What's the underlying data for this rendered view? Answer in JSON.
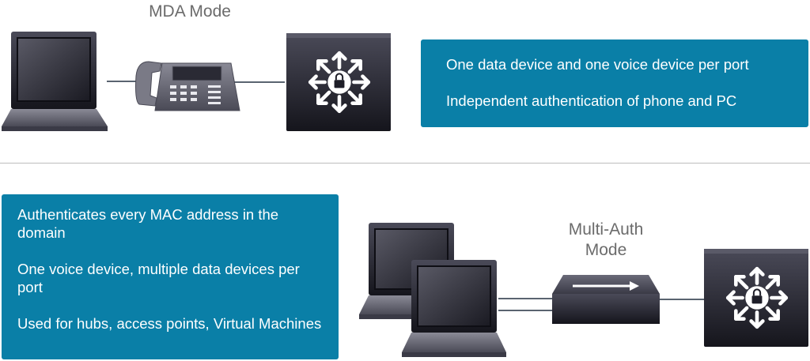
{
  "mda": {
    "title": "MDA Mode",
    "info_lines": [
      "One data device and one voice device per port",
      "Independent authentication of phone and PC"
    ]
  },
  "multi_auth": {
    "title_line1": "Multi-Auth",
    "title_line2": "Mode",
    "info_lines": [
      "Authenticates every MAC address in the domain",
      "One voice device, multiple data devices per port",
      "Used for hubs, access points, Virtual Machines"
    ]
  },
  "colors": {
    "box_blue": "#0a7fa7",
    "divider": "#bdbdbd",
    "device_dark": "#2a2a36"
  },
  "icons": [
    "laptop-icon",
    "ip-phone-icon",
    "secure-switch-icon",
    "hub-icon"
  ]
}
